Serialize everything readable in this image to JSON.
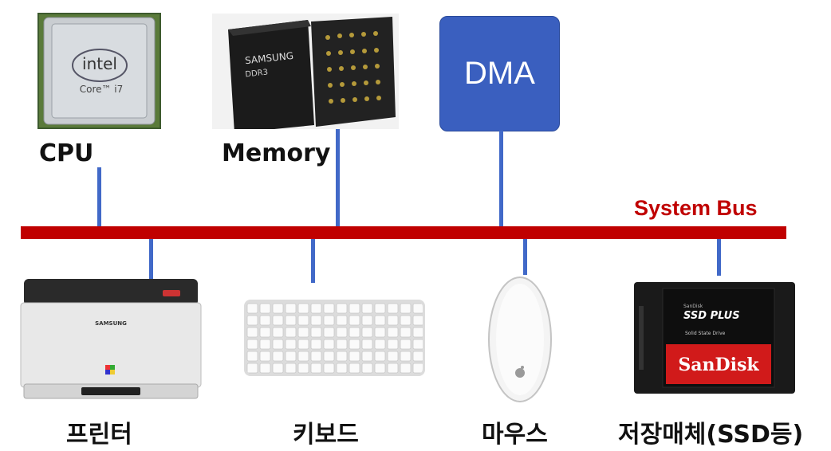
{
  "bus": {
    "label": "System Bus"
  },
  "top_devices": [
    {
      "label": "CPU",
      "chip_brand": "intel",
      "chip_model": "Core™ i7"
    },
    {
      "label": "Memory",
      "chip_brand": "SAMSUNG",
      "chip_model": "DDR3"
    },
    {
      "box_text": "DMA"
    }
  ],
  "bottom_devices": [
    {
      "label": "프린터",
      "brand": "SAMSUNG"
    },
    {
      "label": "키보드"
    },
    {
      "label": "마우스"
    },
    {
      "label": "저장매체(SSD등)",
      "ssd_brand_small": "SanDisk",
      "ssd_model": "SSD PLUS",
      "ssd_sub": "Solid State Drive",
      "ssd_logo": "SanDisk"
    }
  ],
  "colors": {
    "bus": "#c00000",
    "connector": "#4169c8",
    "dma": "#3a5fbf"
  }
}
